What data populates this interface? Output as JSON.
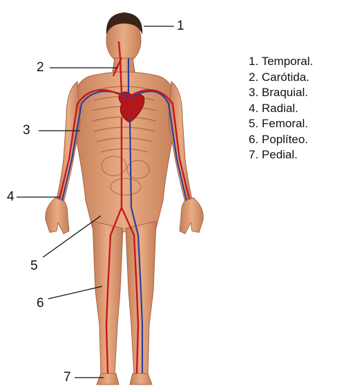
{
  "callouts": [
    "1",
    "2",
    "3",
    "4",
    "5",
    "6",
    "7"
  ],
  "legend": [
    "1. Temporal.",
    "2. Carótida.",
    "3. Braquial.",
    "4. Radial.",
    "5. Femoral.",
    "6. Poplíteo.",
    "7. Pedial."
  ],
  "colors": {
    "skin": "#e3a27a",
    "skin_shadow": "#c9835c",
    "hair": "#3a2418",
    "artery": "#c8161d",
    "vein": "#2b3f9a",
    "leader_line": "#111111"
  },
  "illustration": "human-body-arteries-anatomy"
}
